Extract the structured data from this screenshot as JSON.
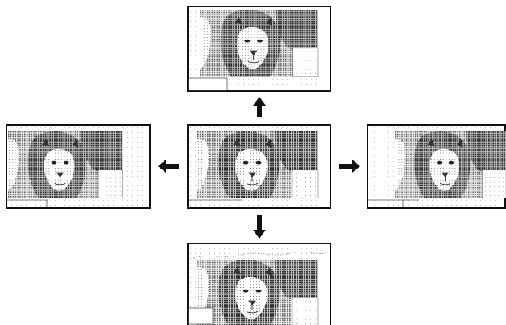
{
  "diagram": {
    "description_free": true,
    "frames": [
      {
        "id": "center",
        "role": "original"
      },
      {
        "id": "up",
        "role": "shifted-up"
      },
      {
        "id": "down",
        "role": "shifted-down"
      },
      {
        "id": "left",
        "role": "shifted-left"
      },
      {
        "id": "right",
        "role": "shifted-right"
      }
    ],
    "arrows": [
      "up",
      "down",
      "left",
      "right"
    ],
    "colors": {
      "frame_border": "#111111",
      "halftone_dark": "#3a3a3a",
      "halftone_mid": "#8a8a8a",
      "halftone_light": "#cfcfcf",
      "background": "#ffffff"
    }
  }
}
